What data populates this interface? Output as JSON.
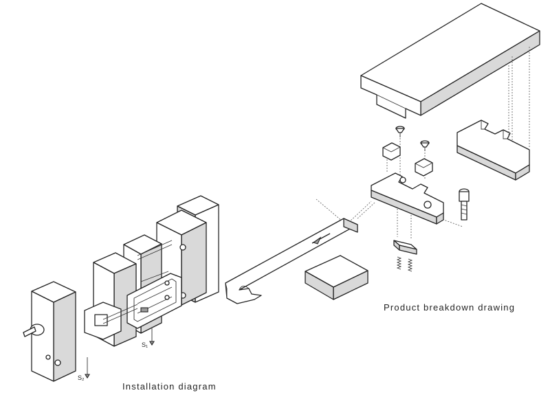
{
  "labels": {
    "breakdown": "Product breakdown drawing",
    "installation": "Installation diagram",
    "s1": "S₁",
    "s2": "S₂"
  },
  "colors": {
    "line": "#222222",
    "face_light": "#ffffff",
    "face_shade": "#d9d9d9",
    "face_dark": "#9a9a9a"
  }
}
